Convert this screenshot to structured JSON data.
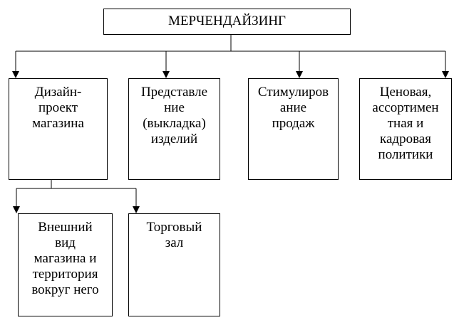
{
  "root": {
    "label": "МЕРЧЕНДАЙЗИНГ"
  },
  "level1": [
    {
      "label": "Дизайн-\nпроект\nмагазина"
    },
    {
      "label": "Представле\nние\n(выкладка)\nизделий"
    },
    {
      "label": "Стимулиров\nание\nпродаж"
    },
    {
      "label": "Ценовая,\nассортимен\nтная и\nкадровая\nполитики"
    }
  ],
  "level2": [
    {
      "label": "Внешний\nвид\nмагазина и\nтерритория\nвокруг него"
    },
    {
      "label": "Торговый\nзал"
    }
  ]
}
